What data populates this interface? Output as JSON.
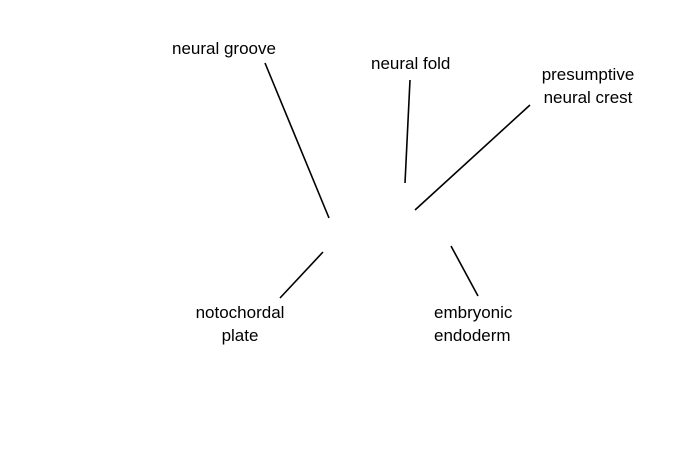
{
  "labels": {
    "neural_groove": "neural groove",
    "neural_fold": "neural fold",
    "presumptive_neural_crest": [
      "presumptive",
      "neural crest"
    ],
    "notochordal_plate": [
      "notochordal",
      "plate"
    ],
    "embryonic_endoderm": [
      "embryonic",
      "endoderm"
    ]
  },
  "colors": {
    "background": "#ffffff",
    "ink": "#000000"
  }
}
